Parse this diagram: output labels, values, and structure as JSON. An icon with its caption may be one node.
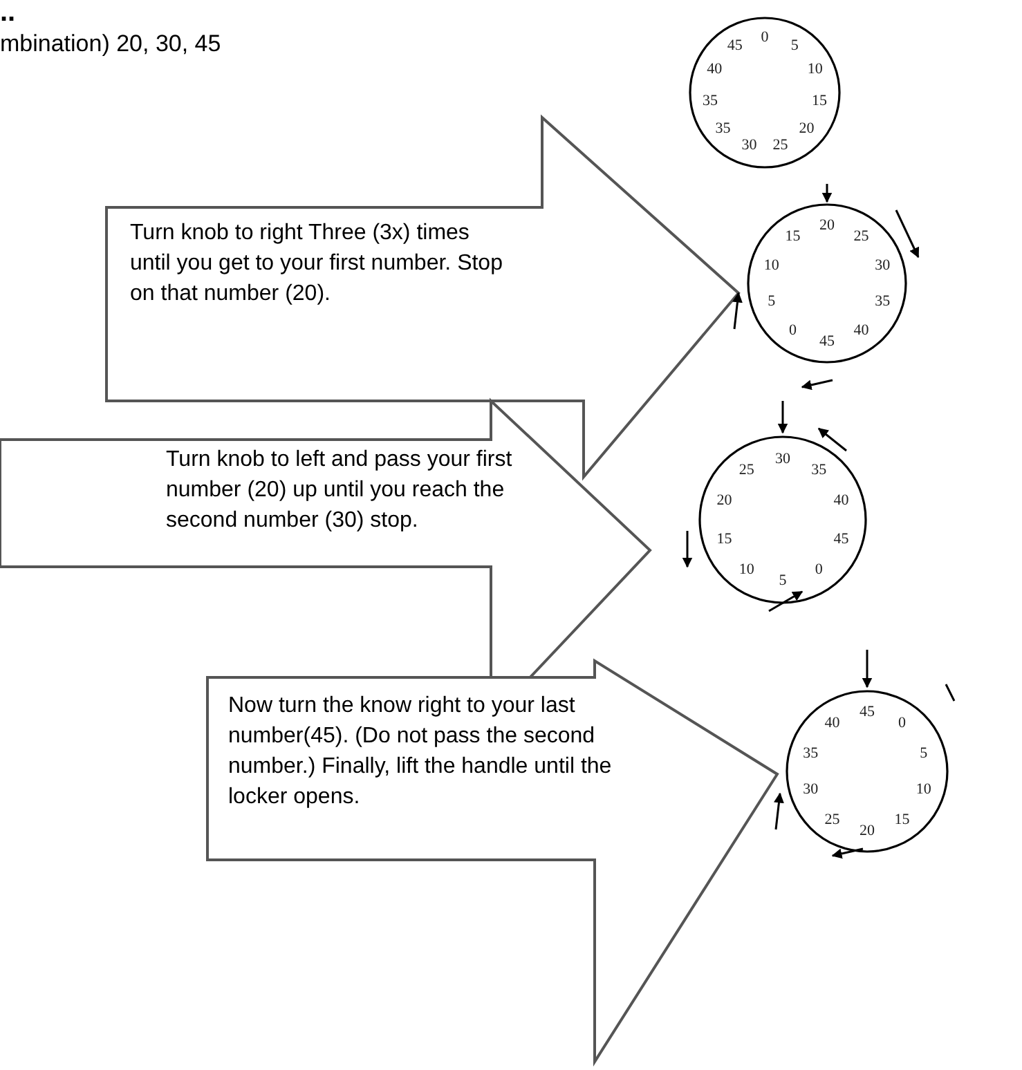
{
  "diagram": {
    "nodes": [
      {
        "text": [
          "0",
          "5",
          "10",
          "15",
          "20",
          "25",
          "30",
          "35",
          "35",
          "40",
          "45"
        ]
      },
      {
        "text": [
          "Turn knob to right Three (3x) times until you get to your first number. Stop on that number (20)."
        ]
      },
      {
        "text": [
          "20",
          "25",
          "30",
          "35",
          "40",
          "45",
          "0",
          "5",
          "10",
          "15"
        ]
      },
      {
        "text": [
          "Turn knob to left and pass your first number (20) up until you reach the second number (30) stop."
        ]
      },
      {
        "text": [
          "30",
          "35",
          "40",
          "45",
          "0",
          "5",
          "10",
          "15",
          "20",
          "25"
        ]
      },
      {
        "text": [
          "Now turn the know right to your last number(45). (Do not pass the second number.) Finally, lift the handle until the locker opens."
        ]
      },
      {
        "text": [
          "45",
          "0",
          "5",
          "10",
          "15",
          "20",
          "25",
          "30",
          "35",
          "40"
        ]
      }
    ],
    "edges": [],
    "labels": [
      "..",
      "mbination) 20, 30, 45"
    ]
  }
}
